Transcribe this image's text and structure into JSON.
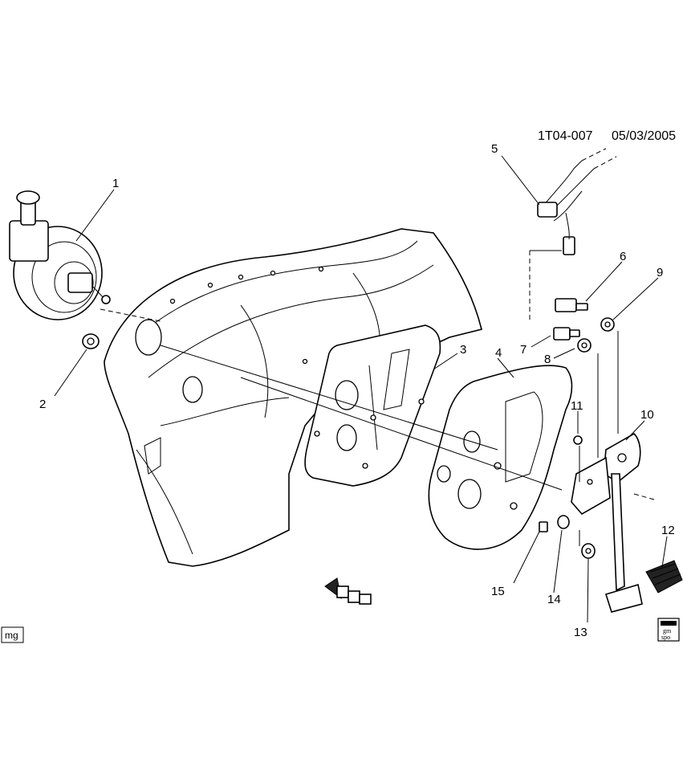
{
  "header": {
    "code": "1T04-007",
    "date": "05/03/2005"
  },
  "corner_tag": "mg",
  "logo_text": [
    "gm",
    "spo"
  ],
  "callouts": [
    "1",
    "2",
    "3",
    "4",
    "5",
    "6",
    "7",
    "8",
    "9",
    "10",
    "11",
    "12",
    "13",
    "14",
    "15"
  ]
}
